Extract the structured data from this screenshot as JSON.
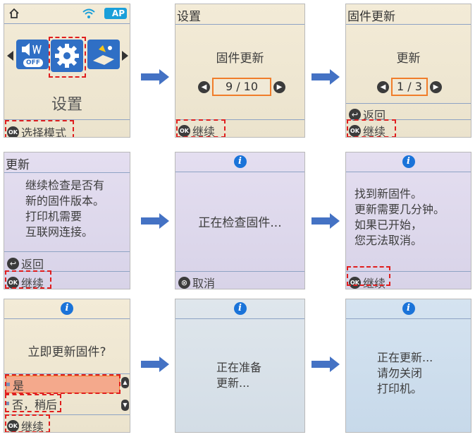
{
  "colors": {
    "accent_red": "#e01e1e",
    "orange": "#f07d2a",
    "arrow": "#4472c4",
    "icon_blue": "#1a73d9"
  },
  "icons": [
    "home-icon",
    "wifi-icon",
    "ap-badge",
    "mute-icon",
    "gear-icon",
    "maintenance-icon",
    "info-icon",
    "ok-icon",
    "back-icon",
    "cancel-icon"
  ],
  "screen1": {
    "ap_label": "AP",
    "off_label": "OFF",
    "mode_title": "设置",
    "footer": "选择模式"
  },
  "screen2": {
    "title": "设置",
    "item": "固件更新",
    "counter": "9 / 10",
    "footer": "继续"
  },
  "screen3": {
    "title": "固件更新",
    "item": "更新",
    "counter": "1 / 3",
    "back": "返回",
    "footer": "继续"
  },
  "screen4": {
    "title": "更新",
    "lines": [
      "继续检查是否有",
      "新的固件版本。",
      "打印机需要",
      "互联网连接。"
    ],
    "back": "返回",
    "footer": "继续"
  },
  "screen5": {
    "message": "正在检查固件...",
    "footer": "取消"
  },
  "screen6": {
    "lines": [
      "找到新固件。",
      "更新需要几分钟。",
      "如果已开始，",
      "您无法取消。"
    ],
    "footer": "继续"
  },
  "screen7": {
    "question": "立即更新固件?",
    "option_yes": "是",
    "option_later": "否，稍后",
    "footer": "继续"
  },
  "screen8": {
    "lines": [
      "正在准备",
      "更新..."
    ]
  },
  "screen9": {
    "lines": [
      "正在更新...",
      "请勿关闭",
      "打印机。"
    ]
  }
}
